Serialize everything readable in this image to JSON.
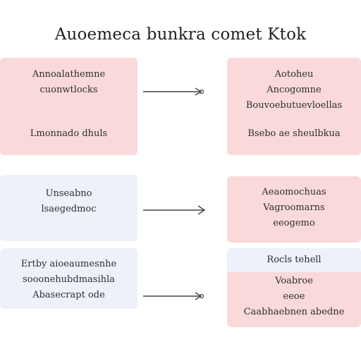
{
  "title": "Auoemeca bunkra comet Ktok",
  "boxes": [
    {
      "lines": [
        "Annoalathemne",
        "cuonwtlocks",
        "Lmonnado dhuls"
      ],
      "color": "#f9d9da"
    },
    {
      "lines": [
        "Aotoheu",
        "Ancogomne",
        "Bouvoebutuevloellas",
        "Bsebo ae sheulbkua"
      ],
      "color": "#f9d9da"
    },
    {
      "lines": [
        "Unseabno",
        "lsaegedmoc"
      ],
      "color": "#eef0fa"
    },
    {
      "lines": [
        "Aeaomochuas",
        "Vagroomarns",
        "eeogemo"
      ],
      "color": "#f9d9da"
    },
    {
      "lines": [
        "Ertby aioeaumesnhe",
        "sooonehubdmasihla",
        "Abasecrapt ode"
      ],
      "color": "#eef0fa"
    },
    {
      "lines": [
        "Rocls tehell",
        "Voabroe",
        "eeoe",
        "Caabhaebnen abedne"
      ],
      "color": "#f9d9da"
    }
  ],
  "arrow_color": "#444444"
}
